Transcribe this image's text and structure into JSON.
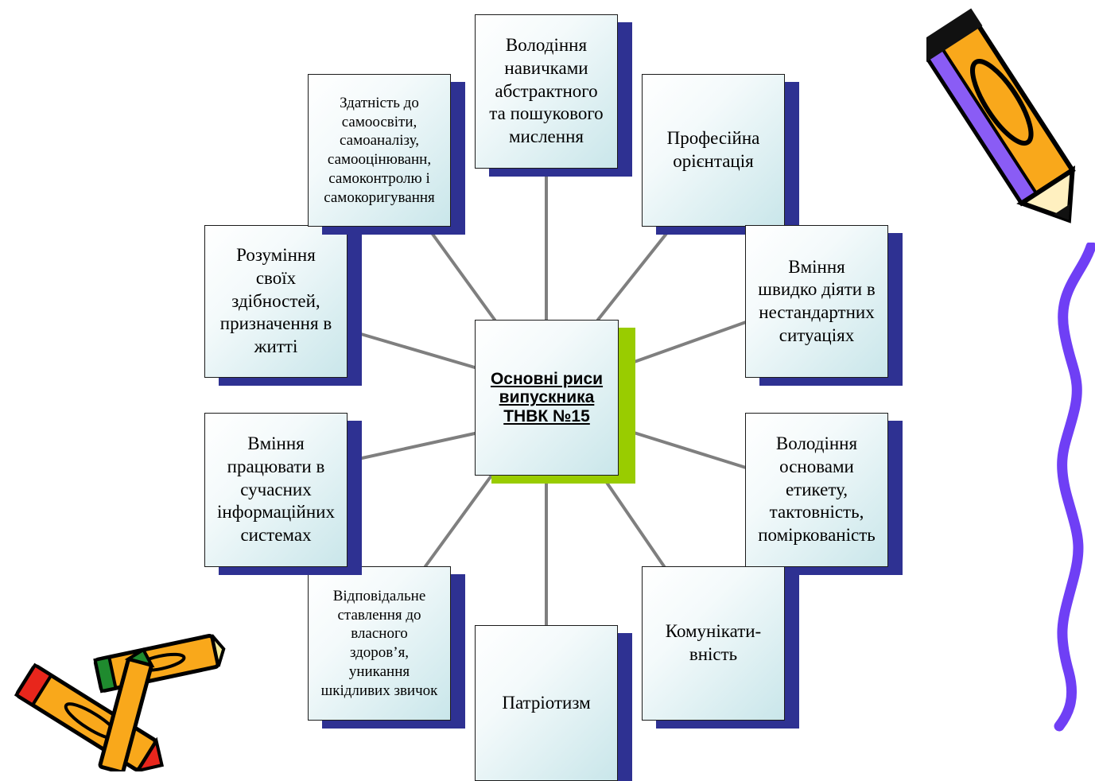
{
  "center": {
    "label": "Основні риси\nвипускника\nТНВК №15"
  },
  "nodes": [
    {
      "id": "abstract-thinking",
      "label": "Володіння\nнавичками\nабстрактного\nта пошукового\nмислення"
    },
    {
      "id": "professional-orientation",
      "label": "Професійна\nорієнтація"
    },
    {
      "id": "quick-action",
      "label": "Вміння\nшвидко діяти в\nнестандартних\nситуаціях"
    },
    {
      "id": "etiquette",
      "label": "Володіння\nосновами\nетикету,\nтактовність,\nпоміркованість"
    },
    {
      "id": "communication",
      "label": "Комунікати-\nвність"
    },
    {
      "id": "patriotism",
      "label": "Патріотизм"
    },
    {
      "id": "health",
      "label": "Відповідальне\nставлення до\nвласного\nздоров’я,\nуникання\nшкідливих звичок"
    },
    {
      "id": "information-systems",
      "label": "Вміння\nпрацювати в\nсучасних\nінформаційних\nсистемах"
    },
    {
      "id": "self-understanding",
      "label": "Розуміння\nсвоїх\nздібностей,\nпризначення в\nжитті"
    },
    {
      "id": "self-education",
      "label": "Здатність до\nсамоосвіти,\nсамоаналізу,\nсамооцінюванн,\nсамоконтролю і\nсамокоригування"
    }
  ],
  "colors": {
    "shadow": "#2e3192",
    "center_shadow": "#99cc00",
    "connector": "#7f7f7f"
  },
  "decorations": [
    "pencil-clipart-top-right",
    "crayons-clipart-bottom-left",
    "wavy-line-right"
  ]
}
